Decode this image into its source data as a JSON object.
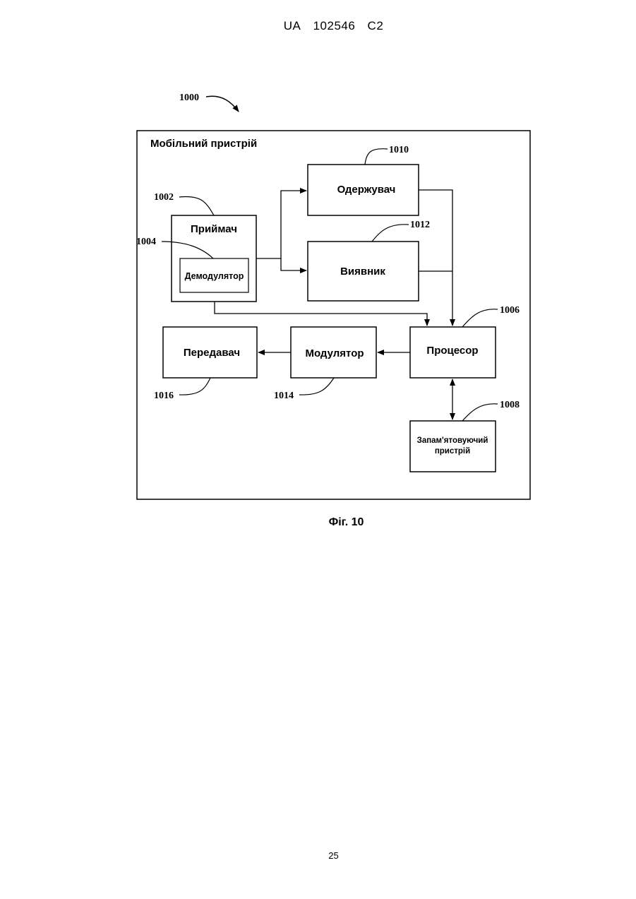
{
  "header": {
    "country": "UA",
    "number": "102546",
    "kind": "C2"
  },
  "figure": {
    "ref": "1000",
    "device_label": "Мобільний пристрій",
    "blocks": {
      "receiver": {
        "label": "Приймач",
        "ref": "1002"
      },
      "demodulator": {
        "label": "Демодулятор",
        "ref": "1004"
      },
      "processor": {
        "label": "Процесор",
        "ref": "1006"
      },
      "memory": {
        "label_line1": "Запам'ятовуючий",
        "label_line2": "пристрій",
        "ref": "1008"
      },
      "obtainer": {
        "label": "Одержувач",
        "ref": "1010"
      },
      "detector": {
        "label": "Виявник",
        "ref": "1012"
      },
      "modulator": {
        "label": "Модулятор",
        "ref": "1014"
      },
      "transmitter": {
        "label": "Передавач",
        "ref": "1016"
      }
    },
    "caption": "Фіг. 10"
  },
  "page_number": "25"
}
